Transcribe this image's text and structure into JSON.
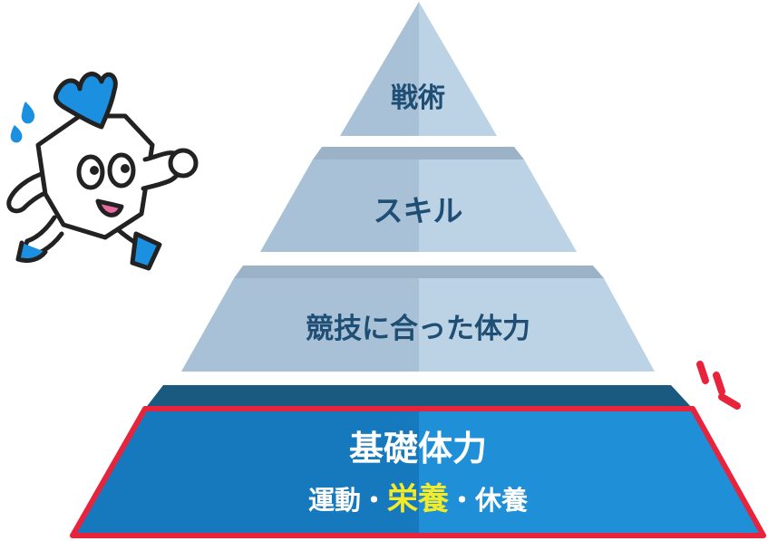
{
  "pyramid": {
    "tiers": [
      {
        "label": "戦術"
      },
      {
        "label": "スキル"
      },
      {
        "label": "競技に合った体力"
      }
    ],
    "base": {
      "title": "基礎体力",
      "subtitle": {
        "part1": "運動・",
        "highlight": "栄養",
        "part2": "・休養"
      }
    }
  },
  "colors": {
    "tier_light": "#bcd3e6",
    "tier_shadow": "#a9c1d6",
    "tier_rim": "#9bb2c7",
    "tier_text": "#1f4e74",
    "base_fill": "#1f8fd8",
    "base_shadow": "#1779bd",
    "base_top": "#1b5a80",
    "base_outline": "#e8243c",
    "base_text": "#ffffff",
    "highlight_text": "#f3ea2a",
    "accent_red": "#e8243c",
    "mascot_blue": "#1b8fe0",
    "mascot_pink": "#e96aa0"
  },
  "icons": {
    "mascot": "running-mascot-icon",
    "sweat": "sweat-drops-icon",
    "emphasis": "emphasis-lines-icon"
  }
}
